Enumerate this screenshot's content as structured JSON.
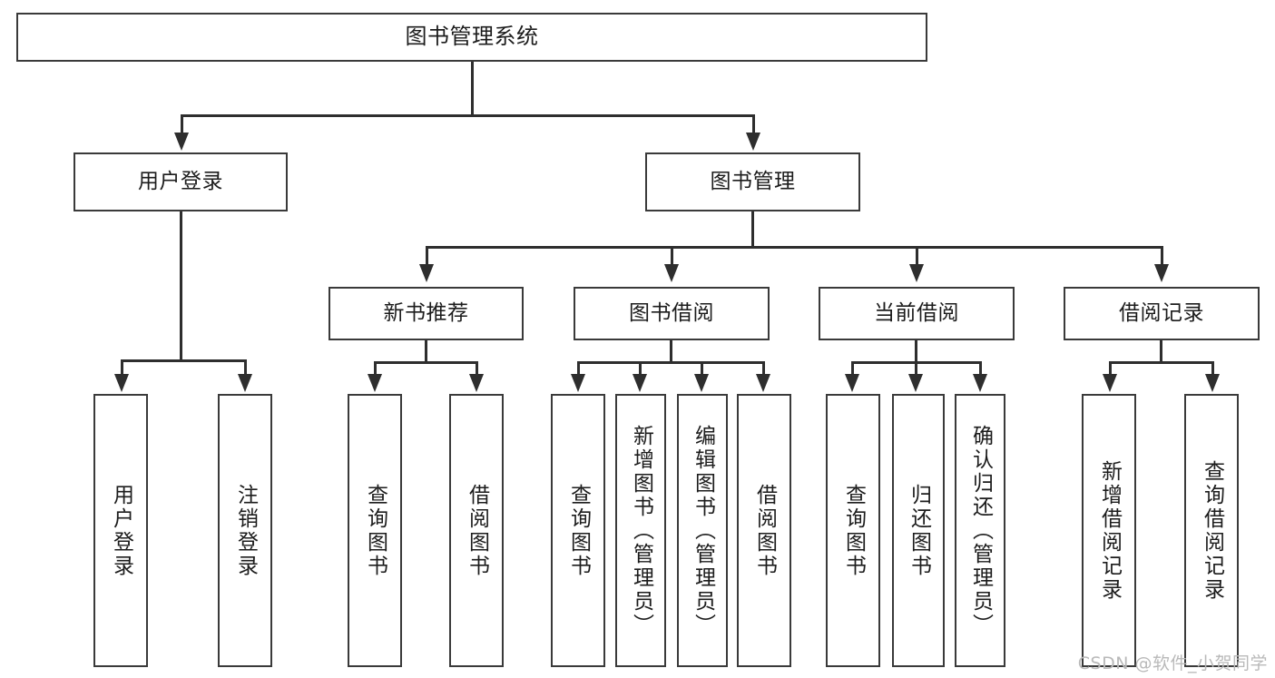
{
  "diagram": {
    "title": "图书管理系统",
    "watermark": "CSDN @软件_小贺同学",
    "stroke_color": "#3a3a3a",
    "fill_color": "#ffffff",
    "background": "#ffffff",
    "type": "tree-hierarchy",
    "levels": 4
  },
  "root": {
    "label": "图书管理系统"
  },
  "level2": [
    {
      "label": "用户登录"
    },
    {
      "label": "图书管理"
    }
  ],
  "level3": [
    {
      "label": "新书推荐"
    },
    {
      "label": "图书借阅"
    },
    {
      "label": "当前借阅"
    },
    {
      "label": "借阅记录"
    }
  ],
  "leaves": {
    "user_login": [
      {
        "label": "用户登录"
      },
      {
        "label": "注销登录"
      }
    ],
    "new_book": [
      {
        "label": "查询图书"
      },
      {
        "label": "借阅图书"
      }
    ],
    "book_borrow": [
      {
        "label": "查询图书"
      },
      {
        "label": "新增图书（管理员）"
      },
      {
        "label": "编辑图书（管理员）"
      },
      {
        "label": "借阅图书"
      }
    ],
    "current_borrow": [
      {
        "label": "查询图书"
      },
      {
        "label": "归还图书"
      },
      {
        "label": "确认归还（管理员）"
      }
    ],
    "borrow_record": [
      {
        "label": "新增借阅记录"
      },
      {
        "label": "查询借阅记录"
      }
    ]
  }
}
